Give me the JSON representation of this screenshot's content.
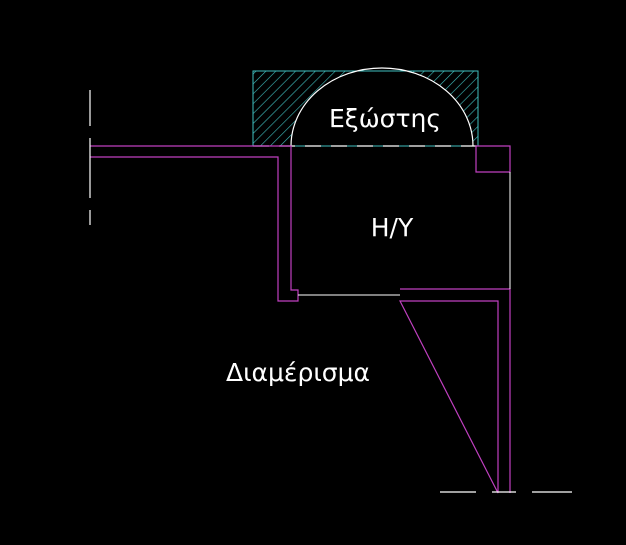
{
  "labels": {
    "exostis": "Εξώστης",
    "hy": "Η/Υ",
    "diamerisma": "Διαμέρισμα"
  },
  "colors": {
    "background": "#000000",
    "wall": "#c040c0",
    "hatch": "#40c0c0",
    "line": "#ffffff",
    "text": "#ffffff"
  }
}
